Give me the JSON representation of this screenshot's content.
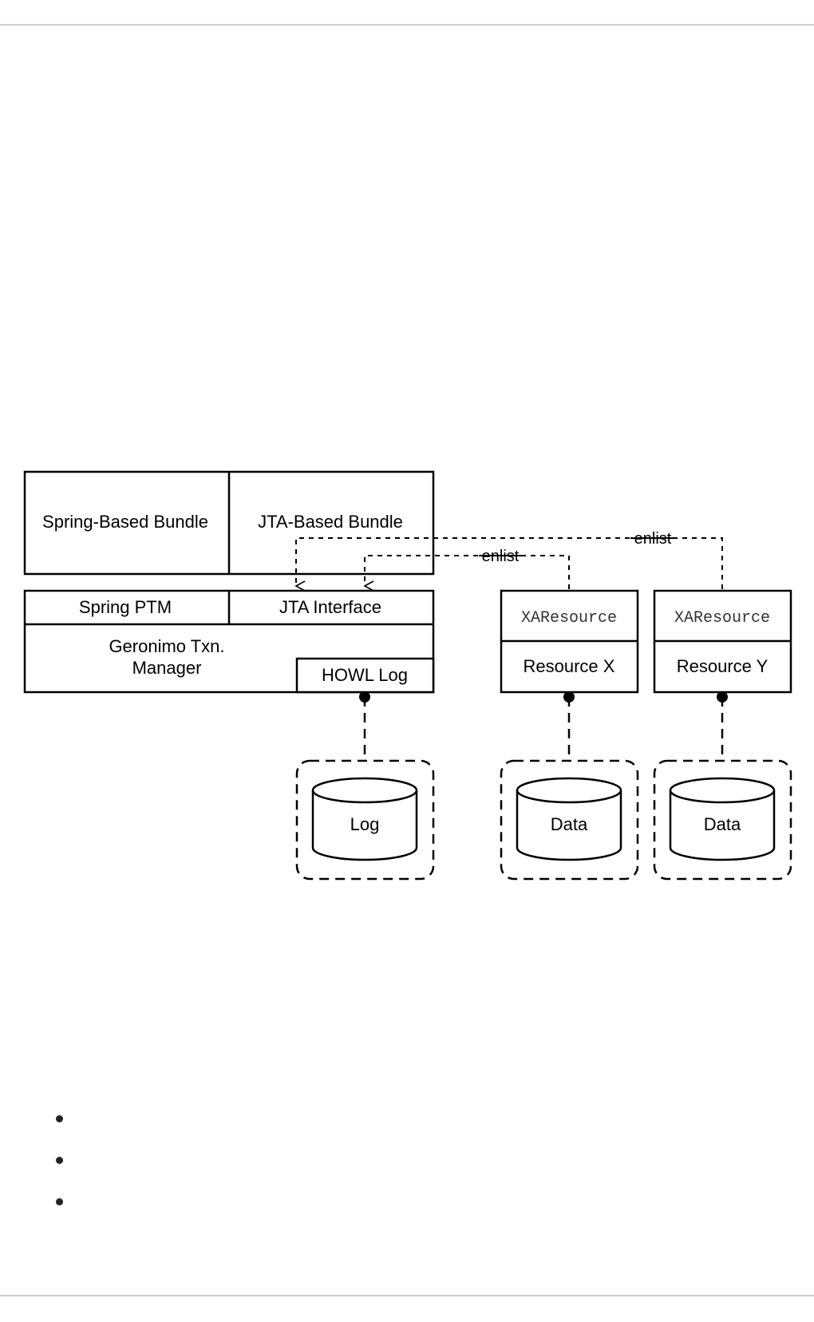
{
  "diagram": {
    "spring_bundle": "Spring-Based Bundle",
    "jta_bundle": "JTA-Based Bundle",
    "spring_ptm": "Spring PTM",
    "jta_interface": "JTA Interface",
    "txn_manager_line1": "Geronimo Txn.",
    "txn_manager_line2": "Manager",
    "howl_log": "HOWL Log",
    "xa_resource_x": "XAResource",
    "resource_x": "Resource X",
    "xa_resource_y": "XAResource",
    "resource_y": "Resource Y",
    "enlist_outer": "enlist",
    "enlist_inner": "enlist",
    "store_log": "Log",
    "store_data_x": "Data",
    "store_data_y": "Data"
  },
  "bullets": [
    "",
    "",
    ""
  ]
}
